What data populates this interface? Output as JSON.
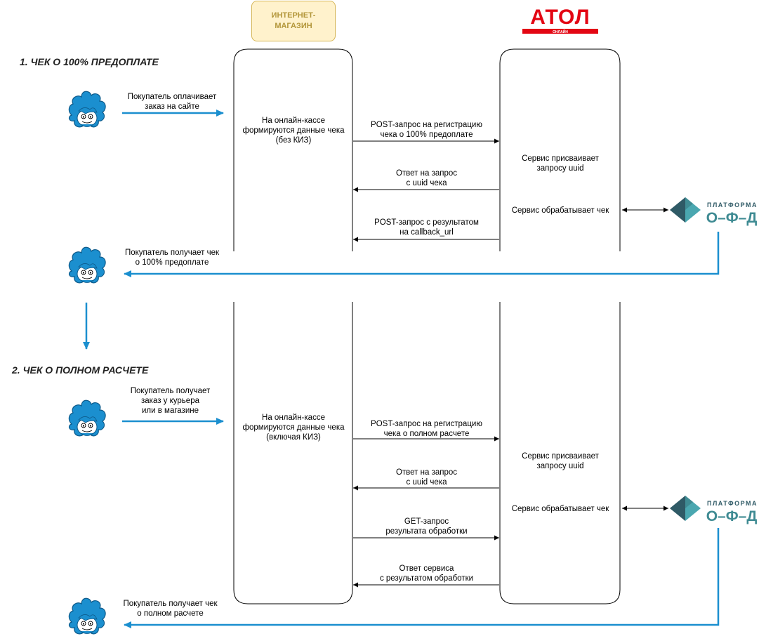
{
  "header": {
    "shop_label": "ИНТЕРНЕТ-\nМАГАЗИН",
    "atol_logo_text": "АТОЛ",
    "atol_logo_sub": "ОНЛАЙН"
  },
  "ofd_logo": {
    "top_text": "ПЛАТФОРМА",
    "main_text": "О–Ф–Д"
  },
  "section1": {
    "title": "1. ЧЕК О 100% ПРЕДОПЛАТЕ",
    "buyer_pays": "Покупатель оплачивает\nзаказ на сайте",
    "kassa_forms": "На онлайн-кассе\nформируются данные чека\n(без КИЗ)",
    "post_register": "POST-запрос на регистрацию\nчека о 100% предоплате",
    "service_uuid": "Сервис присваивает\nзапросу uuid",
    "answer": "Ответ на запрос\nс uuid чека",
    "service_process": "Сервис обрабатывает чек",
    "post_result": "POST-запрос с результатом\nна callback_url",
    "buyer_receives": "Покупатель получает чек\nо 100% предоплате"
  },
  "section2": {
    "title": "2. ЧЕК О ПОЛНОМ РАСЧЕТЕ",
    "buyer_gets": "Покупатель получает\nзаказ у курьера\nили в магазине",
    "kassa_forms": "На онлайн-кассе\nформируются данные чека\n(включая КИЗ)",
    "post_register": "POST-запрос на регистрацию\nчека о полном расчете",
    "service_uuid": "Сервис присваивает\nзапросу uuid",
    "answer": "Ответ на запрос\nс uuid чека",
    "service_process": "Сервис обрабатывает чек",
    "get_request": "GET-запрос\nрезультата обработки",
    "service_answer": "Ответ сервиса\nс результатом обработки",
    "buyer_receives": "Покупатель получает чек\nо полном расчете"
  },
  "colors": {
    "flow_blue": "#1b8fcf",
    "shop_fill": "#fff2cc",
    "shop_border": "#d6b656",
    "atol_red": "#e30613",
    "ofd_dark": "#2f5a66",
    "ofd_teal": "#3f8b93",
    "ofd_light": "#4aa7b0"
  }
}
